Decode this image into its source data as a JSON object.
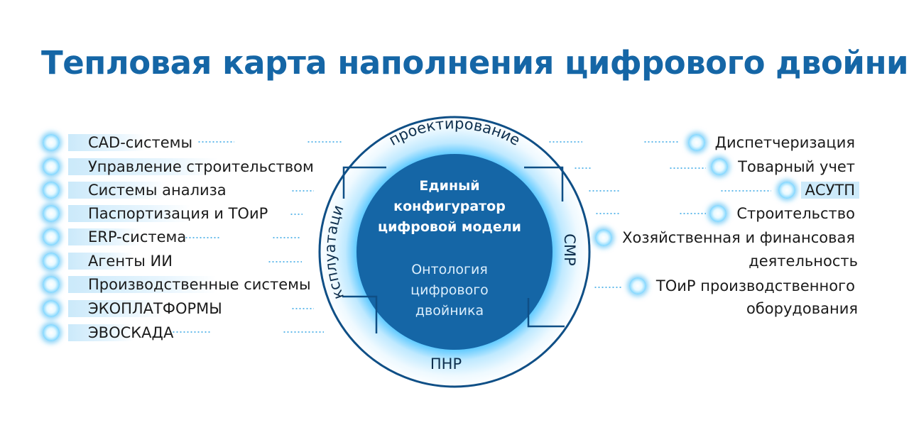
{
  "title": "Тепловая карта наполнения цифрового двойника",
  "left_items": [
    "CAD-системы",
    "Управление строительством",
    "Системы анализа",
    "Паспортизация и ТОиР",
    "ERP-система",
    "Агенты ИИ",
    "Производственные системы",
    "ЭКОПЛАТФОРМЫ",
    "ЭВОСКАДА"
  ],
  "right_items": [
    "Диспетчеризация",
    "Товарный учет",
    "АСУТП",
    "Строительство",
    "Хозяйственная и финансовая",
    "деятельность",
    "ТОиР производственного",
    "оборудования"
  ],
  "ring": {
    "top": "проектирование",
    "right": "СМР",
    "bottom": "ПНР",
    "left": "эксплуатация"
  },
  "center": {
    "line1": "Единый",
    "line2": "конфигуратор",
    "line3": "цифровой модели",
    "sub1": "Онтология",
    "sub2": "цифрового",
    "sub3": "двойника"
  },
  "colors": {
    "title": "#1566a6",
    "core": "#1566a6",
    "ring_glow": "#2fb6ff",
    "accent_dot": "#2aa9ee"
  }
}
